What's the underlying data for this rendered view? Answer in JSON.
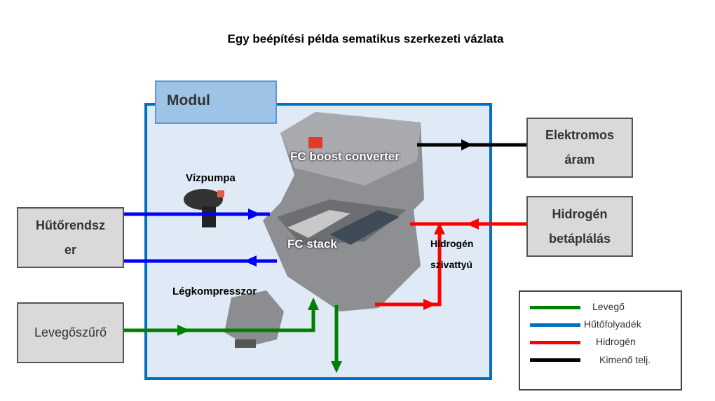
{
  "title": "Egy beépítési példa sematikus szerkezeti vázlata",
  "module_label": "Modul",
  "components": {
    "boost_converter": "FC boost converter",
    "water_pump": "Vízpumpa",
    "fc_stack": "FC stack",
    "hydrogen_pump_line1": "Hidrogén",
    "hydrogen_pump_line2": "szivattyú",
    "air_compressor": "Légkompresszor"
  },
  "external_boxes": {
    "electric_line1": "Elektromos",
    "electric_line2": "áram",
    "hydrogen_line1": "Hidrogén",
    "hydrogen_line2": "betáplálás",
    "cooling_line1": "Hűtőrendsz",
    "cooling_line2": "er",
    "air_filter": "Levegőszűrő"
  },
  "legend": [
    {
      "label": "Levegő",
      "color": "#008000"
    },
    {
      "label": "Hűtőfolyadék",
      "color": "#0070c0"
    },
    {
      "label": "Hidrogén",
      "color": "#ff0000"
    },
    {
      "label": "Kimenő telj.",
      "color": "#000000"
    }
  ],
  "colors": {
    "air": "#008000",
    "coolant": "#0000ff",
    "hydrogen": "#ff0000",
    "power": "#000000",
    "module_border": "#0070c0"
  }
}
